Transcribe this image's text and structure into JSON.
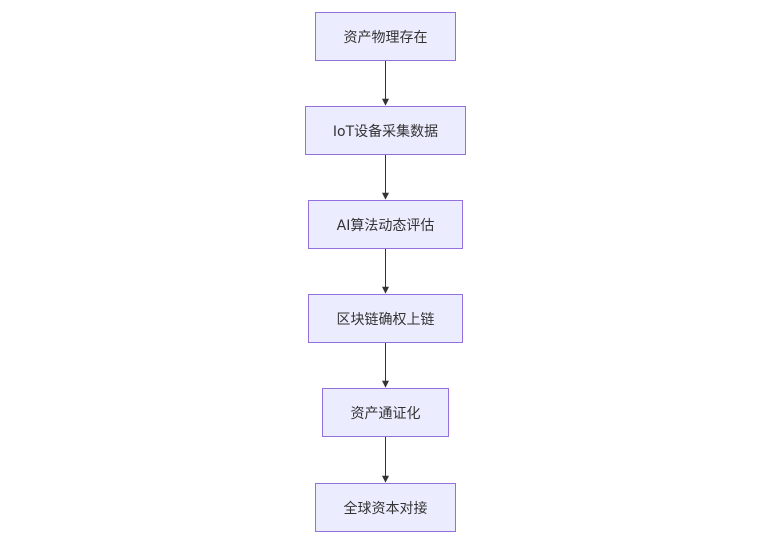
{
  "diagram": {
    "nodes": [
      {
        "id": "n1",
        "label": "资产物理存在"
      },
      {
        "id": "n2",
        "label": "IoT设备采集数据"
      },
      {
        "id": "n3",
        "label": "AI算法动态评估"
      },
      {
        "id": "n4",
        "label": "区块链确权上链"
      },
      {
        "id": "n5",
        "label": "资产通证化"
      },
      {
        "id": "n6",
        "label": "全球资本对接"
      }
    ],
    "edges": [
      {
        "from": "n1",
        "to": "n2"
      },
      {
        "from": "n2",
        "to": "n3"
      },
      {
        "from": "n3",
        "to": "n4"
      },
      {
        "from": "n4",
        "to": "n5"
      },
      {
        "from": "n5",
        "to": "n6"
      }
    ],
    "colors": {
      "node_fill": "#ececff",
      "node_border": "#9370db",
      "edge": "#333333",
      "text": "#333333"
    }
  }
}
